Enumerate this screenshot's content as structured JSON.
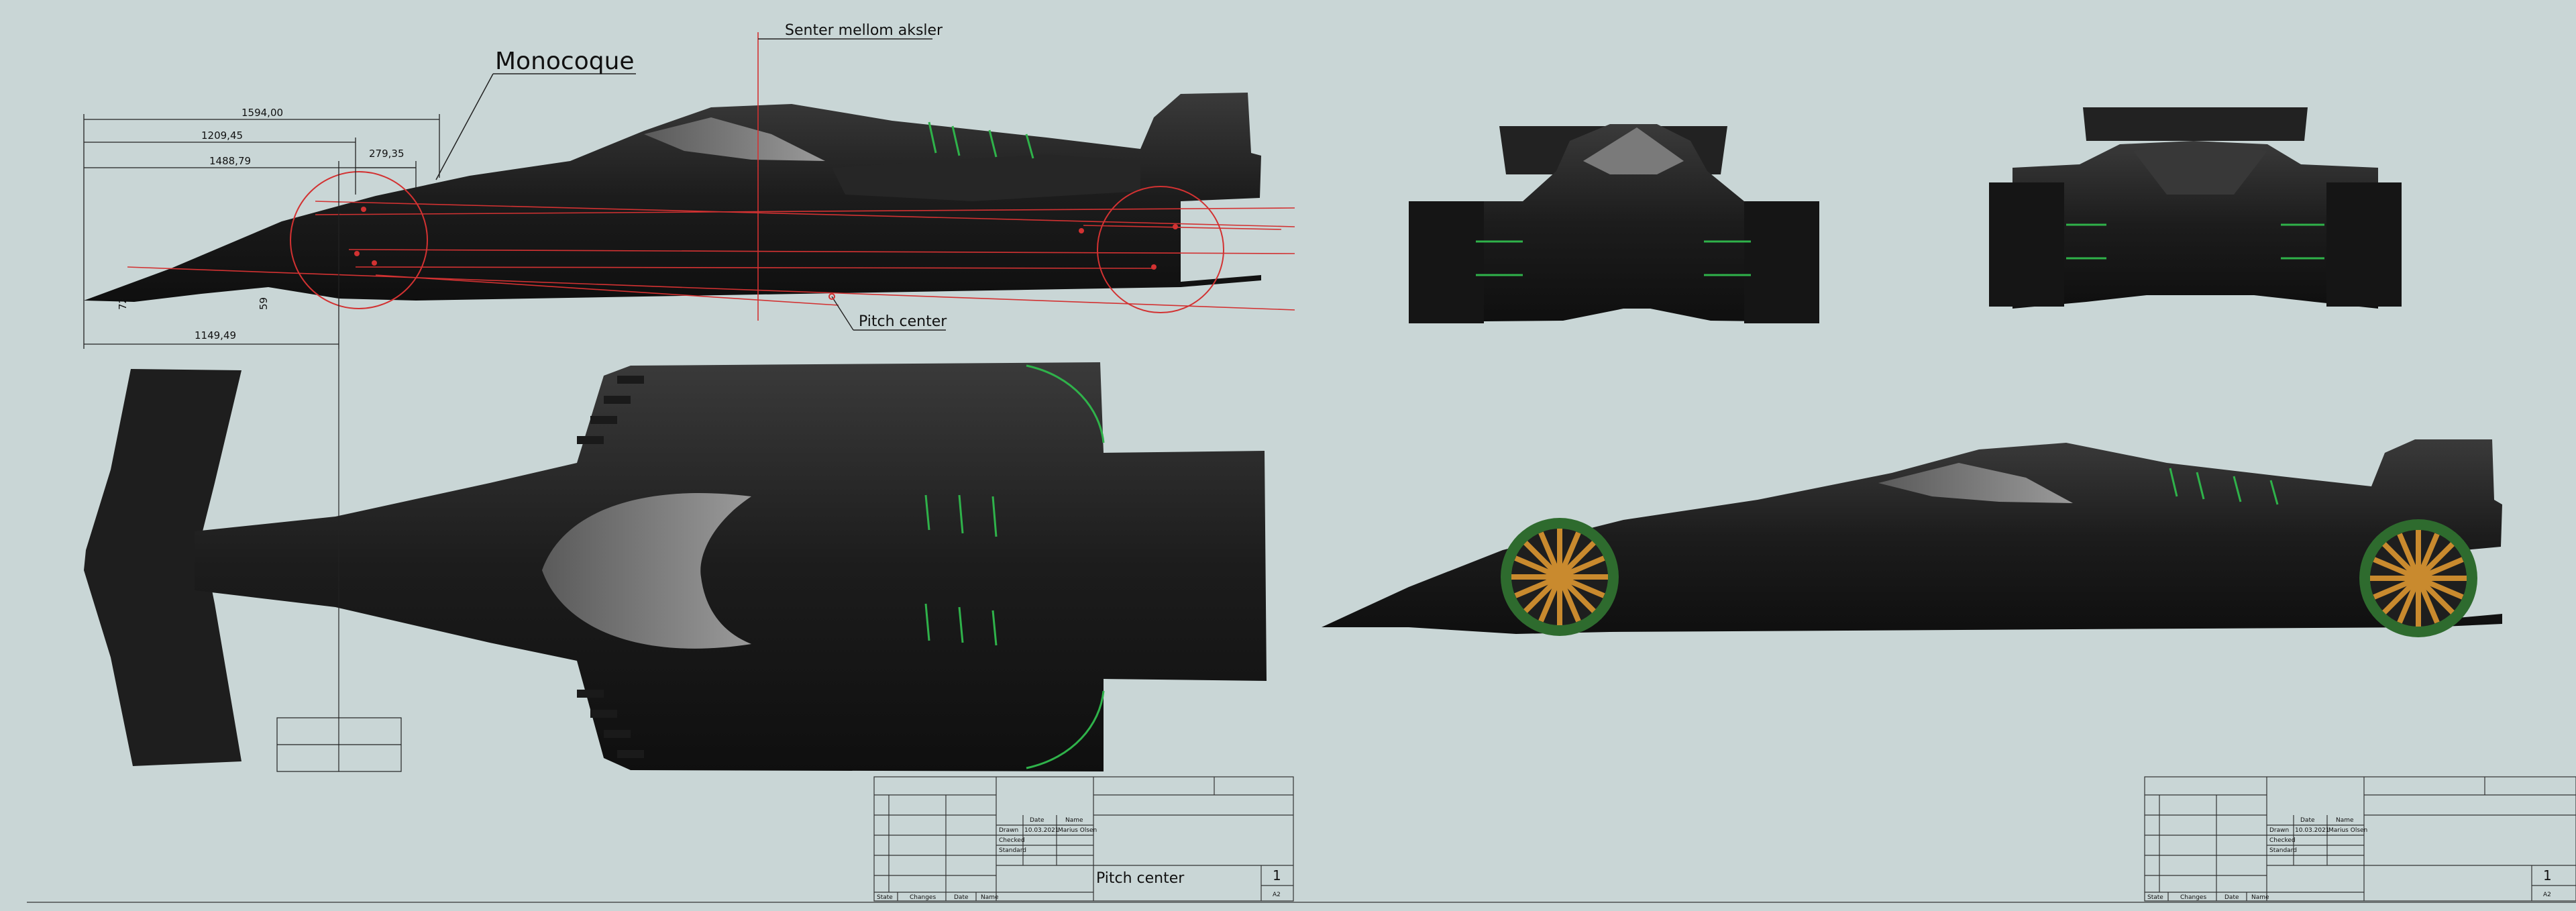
{
  "annotations": {
    "monocoque": "Monocoque",
    "axle_center": "Senter mellom aksler",
    "pitch_center": "Pitch center"
  },
  "dimensions": {
    "d1": "1594,00",
    "d2": "1209,45",
    "d3": "1488,79",
    "d4": "279,35",
    "d5": "1149,49",
    "d6": "72",
    "d7": "59"
  },
  "title_block_left": {
    "title": "Pitch center",
    "sheet": "1",
    "format": "A2",
    "col_date": "Date",
    "col_name": "Name",
    "row_drawn": "Drawn",
    "row_checked": "Checked",
    "row_standard": "Standard",
    "drawn_date": "10.03.2021",
    "drawn_name": "Marius Olsen",
    "footer_state": "State",
    "footer_changes": "Changes",
    "footer_date": "Date",
    "footer_name": "Name"
  },
  "title_block_right": {
    "title": "",
    "sheet": "1",
    "format": "A2",
    "col_date": "Date",
    "col_name": "Name",
    "row_drawn": "Drawn",
    "row_checked": "Checked",
    "row_standard": "Standard",
    "drawn_date": "10.03.2021",
    "drawn_name": "Marius Olsen",
    "footer_state": "State",
    "footer_changes": "Changes",
    "footer_date": "Date",
    "footer_name": "Name"
  },
  "colors": {
    "background": "#c9d6d6",
    "body": "#1b1b1b",
    "body_highlight": "#6e6e6e",
    "accent_green": "#2fb24a",
    "construction_red": "#d23232",
    "wheel_spoke": "#c98a2e",
    "wheel_rim": "#2e6b2e"
  }
}
